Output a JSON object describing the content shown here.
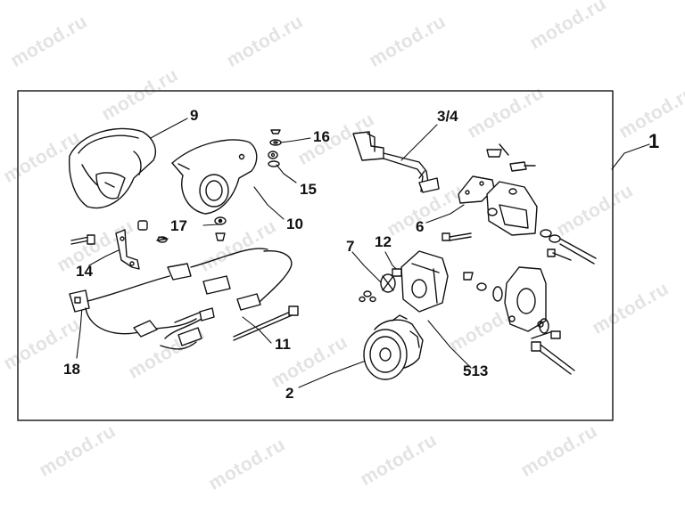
{
  "watermark": {
    "text": "motod.ru",
    "color": "#e3e3e3"
  },
  "callouts": {
    "c1": "1",
    "c2": "2",
    "c34": "3/4",
    "c513": "513",
    "c6": "6",
    "c7": "7",
    "c9": "9",
    "c10": "10",
    "c11": "11",
    "c12": "12",
    "c14": "14",
    "c15": "15",
    "c16": "16",
    "c17": "17",
    "c18": "18"
  },
  "colors": {
    "line": "#111111",
    "frame": "#222222",
    "shade": "#555555"
  }
}
